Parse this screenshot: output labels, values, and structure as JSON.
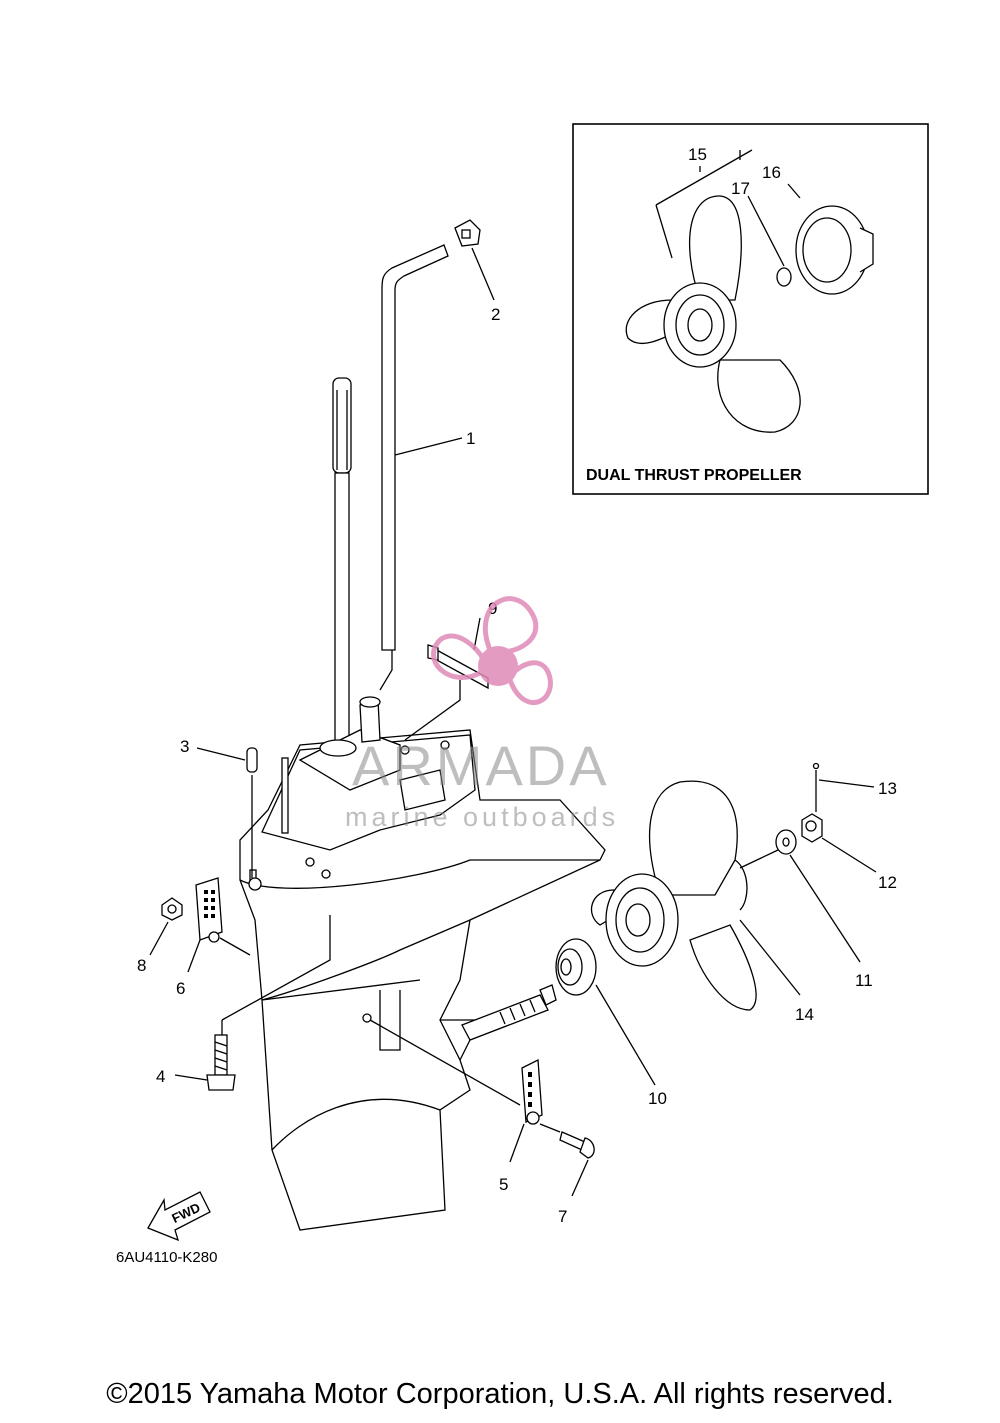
{
  "inset": {
    "title": "DUAL THRUST PROPELLER"
  },
  "callouts": {
    "c1": "1",
    "c2": "2",
    "c3": "3",
    "c4": "4",
    "c5": "5",
    "c6": "6",
    "c7": "7",
    "c8": "8",
    "c9": "9",
    "c10": "10",
    "c11": "11",
    "c12": "12",
    "c13": "13",
    "c14": "14",
    "c15": "15",
    "c16": "16",
    "c17": "17"
  },
  "arrow_label": "FWD",
  "diagram_code": "6AU4110-K280",
  "watermark": {
    "brand": "ARMADA",
    "tagline": "marine outboards",
    "color": "#e08ab8"
  },
  "footer": {
    "copyright": "©2015 Yamaha Motor Corporation, U.S.A. All rights reserved."
  }
}
